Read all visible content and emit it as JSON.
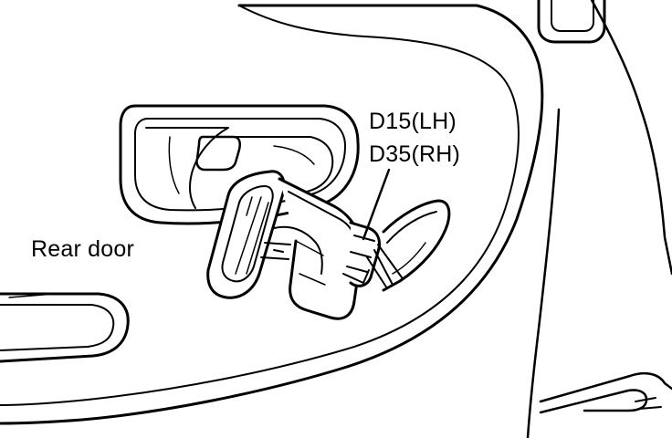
{
  "callouts": {
    "connector_lh": "D15(LH)",
    "connector_rh": "D35(RH)",
    "rear_door": "Rear door"
  },
  "colors": {
    "ink": "#000000",
    "paper": "#ffffff"
  }
}
